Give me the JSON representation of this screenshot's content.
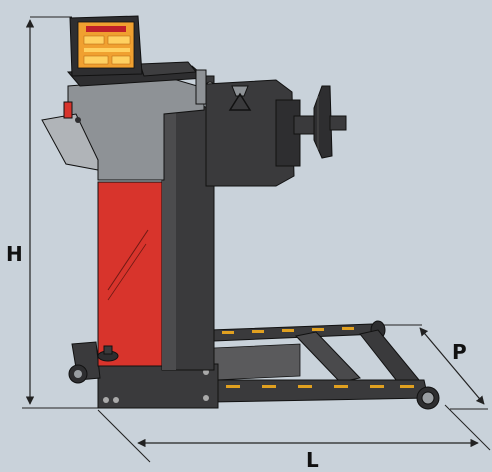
{
  "dimensions": {
    "height_label": "H",
    "length_label": "L",
    "depth_label": "P"
  },
  "colors": {
    "background": "#c9d2da",
    "machine_body": "#3a3a3c",
    "column_red": "#d8342c",
    "steel_grey": "#8e9296",
    "screen_orange": "#f0a030",
    "rail_stripe": "#e0a020",
    "dimension_line": "#222222"
  }
}
